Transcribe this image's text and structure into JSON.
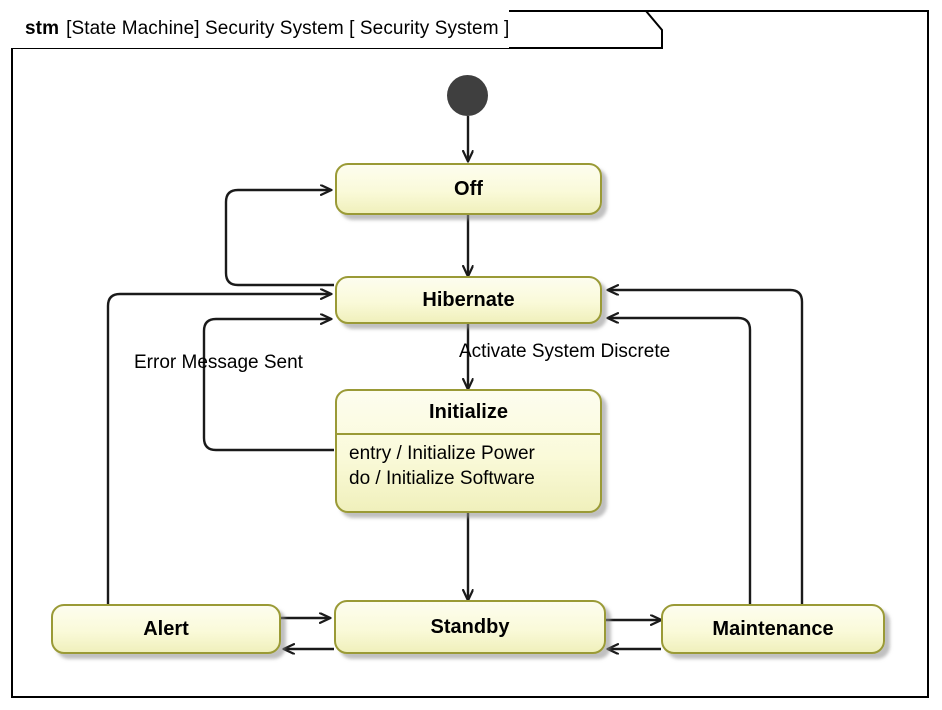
{
  "diagram": {
    "kind_keyword": "stm",
    "header_text": "[State Machine] Security System [ Security System ]",
    "frame_label_full": "stm [State Machine] Security System [ Security System ]",
    "colors": {
      "state_fill_top": "#fdfdef",
      "state_fill_bottom": "#f0f0bc",
      "state_border": "#9a9a36",
      "edge_stroke": "#1a1a1a",
      "initial_node": "#3f3f3f",
      "frame_border": "#000000",
      "background": "#ffffff"
    }
  },
  "nodes": {
    "initial": {
      "name": "initial-pseudostate",
      "label": ""
    },
    "off": {
      "label": "Off"
    },
    "hibernate": {
      "label": "Hibernate"
    },
    "initialize": {
      "label": "Initialize",
      "behaviors": [
        "entry /  Initialize Power",
        "do / Initialize Software"
      ]
    },
    "alert": {
      "label": "Alert"
    },
    "standby": {
      "label": "Standby"
    },
    "maintenance": {
      "label": "Maintenance"
    }
  },
  "transitions": {
    "initial_to_off": {
      "label": ""
    },
    "off_to_hibernate": {
      "label": ""
    },
    "hibernate_to_off": {
      "label": ""
    },
    "hibernate_to_initialize": {
      "label": "Activate System Discrete"
    },
    "initialize_to_hibernate": {
      "label": "Error Message Sent"
    },
    "initialize_to_standby": {
      "label": ""
    },
    "alert_to_standby": {
      "label": ""
    },
    "standby_to_alert": {
      "label": ""
    },
    "standby_to_maintenance": {
      "label": ""
    },
    "maintenance_to_standby": {
      "label": ""
    },
    "alert_to_hibernate": {
      "label": ""
    },
    "standby_to_hibernate": {
      "label": ""
    },
    "maintenance_to_hibernate": {
      "label": ""
    }
  }
}
